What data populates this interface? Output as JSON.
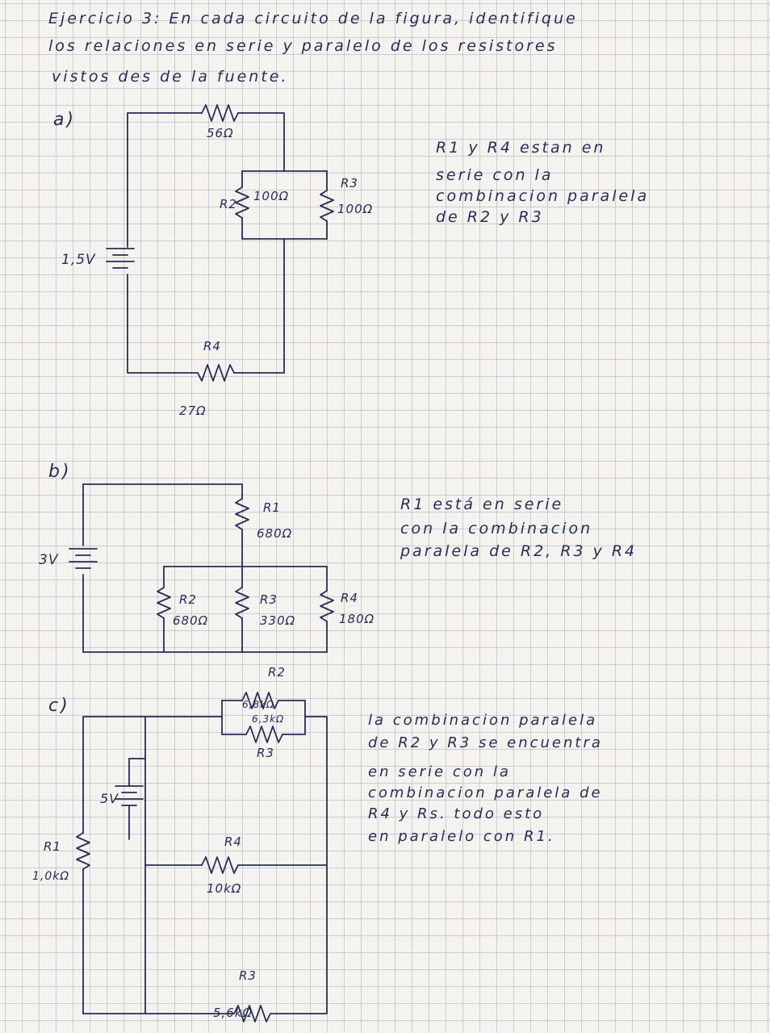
{
  "header": {
    "line1": "Ejercicio 3: En cada    circuito de la figura, identifique",
    "line2": "los relaciones en    serie y paralelo de los resistores",
    "line3": "vistos des de la fuente."
  },
  "circuit_a": {
    "label": "a)",
    "source": "1,5V",
    "r1_value": "56Ω",
    "r2_name": "R2",
    "r2_value": "100Ω",
    "r3_name": "R3",
    "r3_value": "100Ω",
    "r4_name": "R4",
    "r4_value": "27Ω",
    "note": [
      "R1 y R4 estan en",
      "serie con la",
      "combinacion paralela",
      "de R2 y R3"
    ]
  },
  "circuit_b": {
    "label": "b)",
    "source": "3V",
    "r1_name": "R1",
    "r1_value": "680Ω",
    "r2_name": "R2",
    "r2_value": "680Ω",
    "r3_name": "R3",
    "r3_value": "330Ω",
    "r4_name": "R4",
    "r4_value": "180Ω",
    "note": [
      "R1 está en serie",
      "con la combinacion",
      "paralela de R2, R3 y R4"
    ]
  },
  "circuit_c": {
    "label": "c)",
    "source": "5V",
    "r1_name": "R1",
    "r1_value": "1,0kΩ",
    "r2_name": "R2",
    "r2_value": "6,8kΩ",
    "r3_value": "6,3kΩ",
    "r3_name": "R3",
    "r4_name": "R4",
    "r4_value": "10kΩ",
    "r5_name": "R3",
    "r5_value": "5,6kΩ",
    "note": [
      "la combinacion paralela",
      "de R2 y R3   se encuentra",
      "en      serie  con  la",
      "combinacion  paralela de",
      "R4   y Rs.  todo esto",
      "en  paralelo  con  R1."
    ]
  }
}
